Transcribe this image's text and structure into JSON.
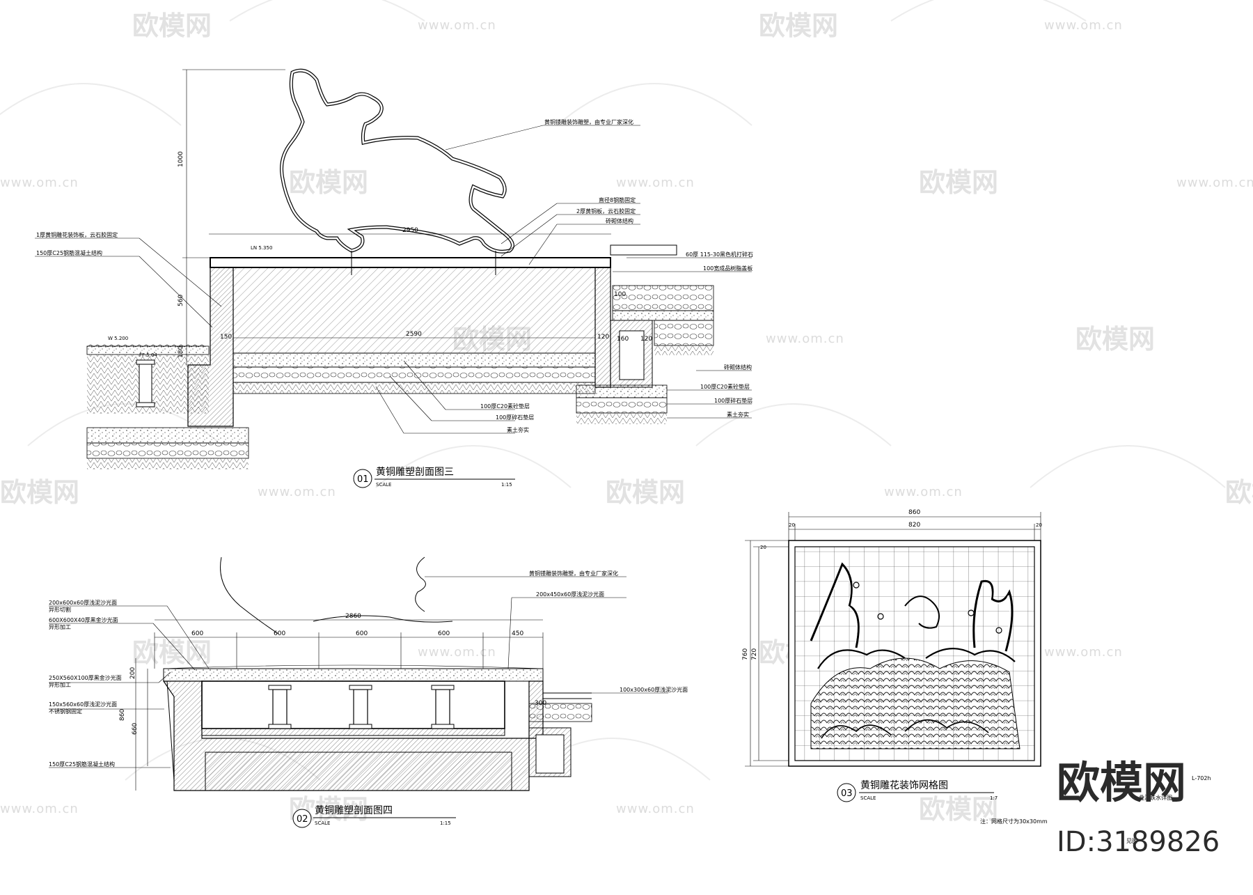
{
  "watermarks": {
    "brand": "欧模网",
    "url": "www.om.cn"
  },
  "section1": {
    "number": "01",
    "title": "黄铜雕塑剖面图三",
    "scale_label": "SCALE",
    "scale": "1:15",
    "dims": {
      "height_top": "1000",
      "height_mid": "560",
      "base": "180",
      "width_top": "2950",
      "width_inner": "2590",
      "left": "150",
      "right": "120",
      "drain": "160",
      "drain2": "120",
      "step": "100"
    },
    "levels": {
      "top": "LN 5.350",
      "water": "W 5.200",
      "ground": "FF 5.04"
    },
    "notes": [
      "黄铜镂雕装饰雕塑，由专业厂家深化",
      "直径8钢筋固定",
      "2厚黄铜板，云石胶固定",
      "砖砌体结构",
      "1厚黄铜雕花装饰板，云石胶固定",
      "150厚C25钢筋混凝土结构",
      "60厚 115-30黑色机打碎石",
      "100宽成品树脂盖板",
      "砖砌体结构",
      "100厚C20素砼垫层",
      "100厚碎石垫层",
      "素土夯实",
      "100厚C20素砼垫层",
      "100厚碎石垫层",
      "素土夯实"
    ]
  },
  "section2": {
    "number": "02",
    "title": "黄铜雕塑剖面图四",
    "scale_label": "SCALE",
    "scale": "1:15",
    "dims": {
      "total": "2860",
      "seg1": "600",
      "seg2": "600",
      "seg3": "600",
      "seg4": "600",
      "seg5": "450",
      "h1": "200",
      "h2": "860",
      "h3": "660",
      "h4": "300"
    },
    "notes_left": [
      "200x600x60厚浅泥沙光面",
      "异形切割",
      "600X600X40厚黑金沙光面",
      "异形加工",
      "250X560X100厚黑金沙光面",
      "异形加工",
      "150x560x60厚浅泥沙光面",
      "不锈钢钢固定",
      "150厚C25钢筋混凝土结构"
    ],
    "notes_right": [
      "黄铜镂雕装饰雕塑，由专业厂家深化",
      "200x450x60厚浅泥沙光面",
      "100x300x60厚浅泥沙光面"
    ]
  },
  "section3": {
    "number": "03",
    "title": "黄铜雕花装饰网格图",
    "scale_label": "SCALE",
    "scale": "1:7",
    "dims": {
      "outer_w": "860",
      "inner_w": "820",
      "side": "20",
      "outer_h": "760",
      "inner_h": "720",
      "top": "20"
    },
    "note": "注：网格尺寸为30x30mm",
    "side_code": "L-702h",
    "side_note": "叠瀑跌水详图",
    "ref": "见图"
  },
  "brand": {
    "name": "欧模网",
    "id": "ID:3189826"
  }
}
